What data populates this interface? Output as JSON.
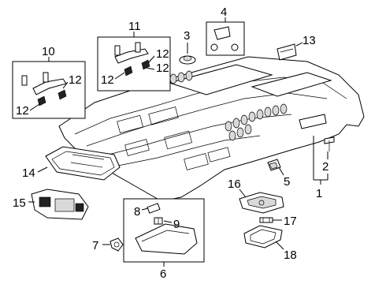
{
  "callouts": {
    "c1": "1",
    "c2": "2",
    "c3": "3",
    "c4": "4",
    "c5": "5",
    "c6": "6",
    "c7": "7",
    "c8": "8",
    "c9": "9",
    "c10": "10",
    "c11": "11",
    "c12a": "12",
    "c12b": "12",
    "c12c": "12",
    "c12d": "12",
    "c12e": "12",
    "c13": "13",
    "c14": "14",
    "c15": "15",
    "c16": "16",
    "c17": "17",
    "c18": "18"
  }
}
